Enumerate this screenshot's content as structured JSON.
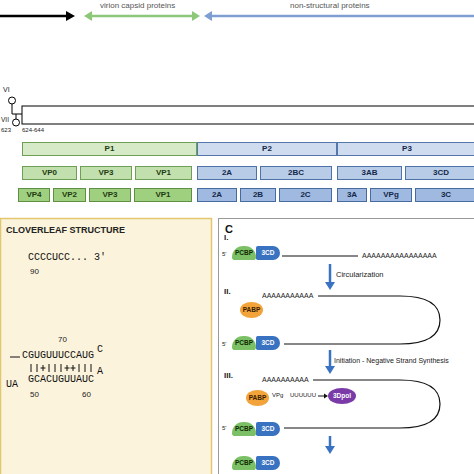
{
  "diagram": {
    "nodes": [
      {
        "text": [
          "P1"
        ]
      },
      {
        "text": [
          "P2"
        ]
      },
      {
        "text": [
          "P3"
        ]
      },
      {
        "text": [
          "VP0"
        ]
      },
      {
        "text": [
          "VP3"
        ]
      },
      {
        "text": [
          "VP1"
        ]
      },
      {
        "text": [
          "2A"
        ]
      },
      {
        "text": [
          "2BC"
        ]
      },
      {
        "text": [
          "3AB"
        ]
      },
      {
        "text": [
          "3CD"
        ]
      },
      {
        "text": [
          "VP4"
        ]
      },
      {
        "text": [
          "VP2"
        ]
      },
      {
        "text": [
          "VP3"
        ]
      },
      {
        "text": [
          "VP1"
        ]
      },
      {
        "text": [
          "2A"
        ]
      },
      {
        "text": [
          "2B"
        ]
      },
      {
        "text": [
          "2C"
        ]
      },
      {
        "text": [
          "3A"
        ]
      },
      {
        "text": [
          "VPg"
        ]
      },
      {
        "text": [
          "3C"
        ]
      },
      {
        "text": [
          "CLOVERLEAF STRUCTURE"
        ]
      },
      {
        "text": [
          "C"
        ]
      },
      {
        "text": [
          "PCBP"
        ],
        "in": 21
      },
      {
        "text": [
          "3CD"
        ],
        "in": 21
      },
      {
        "text": [
          "PABP"
        ],
        "in": 21
      },
      {
        "text": [
          "PCBP"
        ],
        "in": 21
      },
      {
        "text": [
          "3CD"
        ],
        "in": 21
      },
      {
        "text": [
          "PABP"
        ],
        "in": 21
      },
      {
        "text": [
          "3Dpol"
        ],
        "in": 21
      },
      {
        "text": [
          "PCBP"
        ],
        "in": 21
      },
      {
        "text": [
          "3CD"
        ],
        "in": 21
      },
      {
        "text": [
          "PCBP"
        ],
        "in": 21
      },
      {
        "text": [
          "3CD"
        ],
        "in": 21
      }
    ],
    "labels": [
      "virion capsid proteins",
      "non-structural proteins",
      "VI",
      "VII",
      "623",
      "624-644",
      "CCCCUCC... 3'",
      "90",
      "70",
      "CGUGUUUCCAUG",
      "C",
      "A",
      "UA",
      "GCACUGUUAUC",
      "50",
      "60",
      "I.",
      "II.",
      "III.",
      "Circularization",
      "Initiation - Negative Strand Synthesis",
      "5'",
      "AAAAAAAAAAAAAAAA",
      "AAAAAAAAAAA",
      "5'",
      "AAAAAAAAAA",
      "5'",
      "VPg",
      "UUUUUU"
    ]
  }
}
